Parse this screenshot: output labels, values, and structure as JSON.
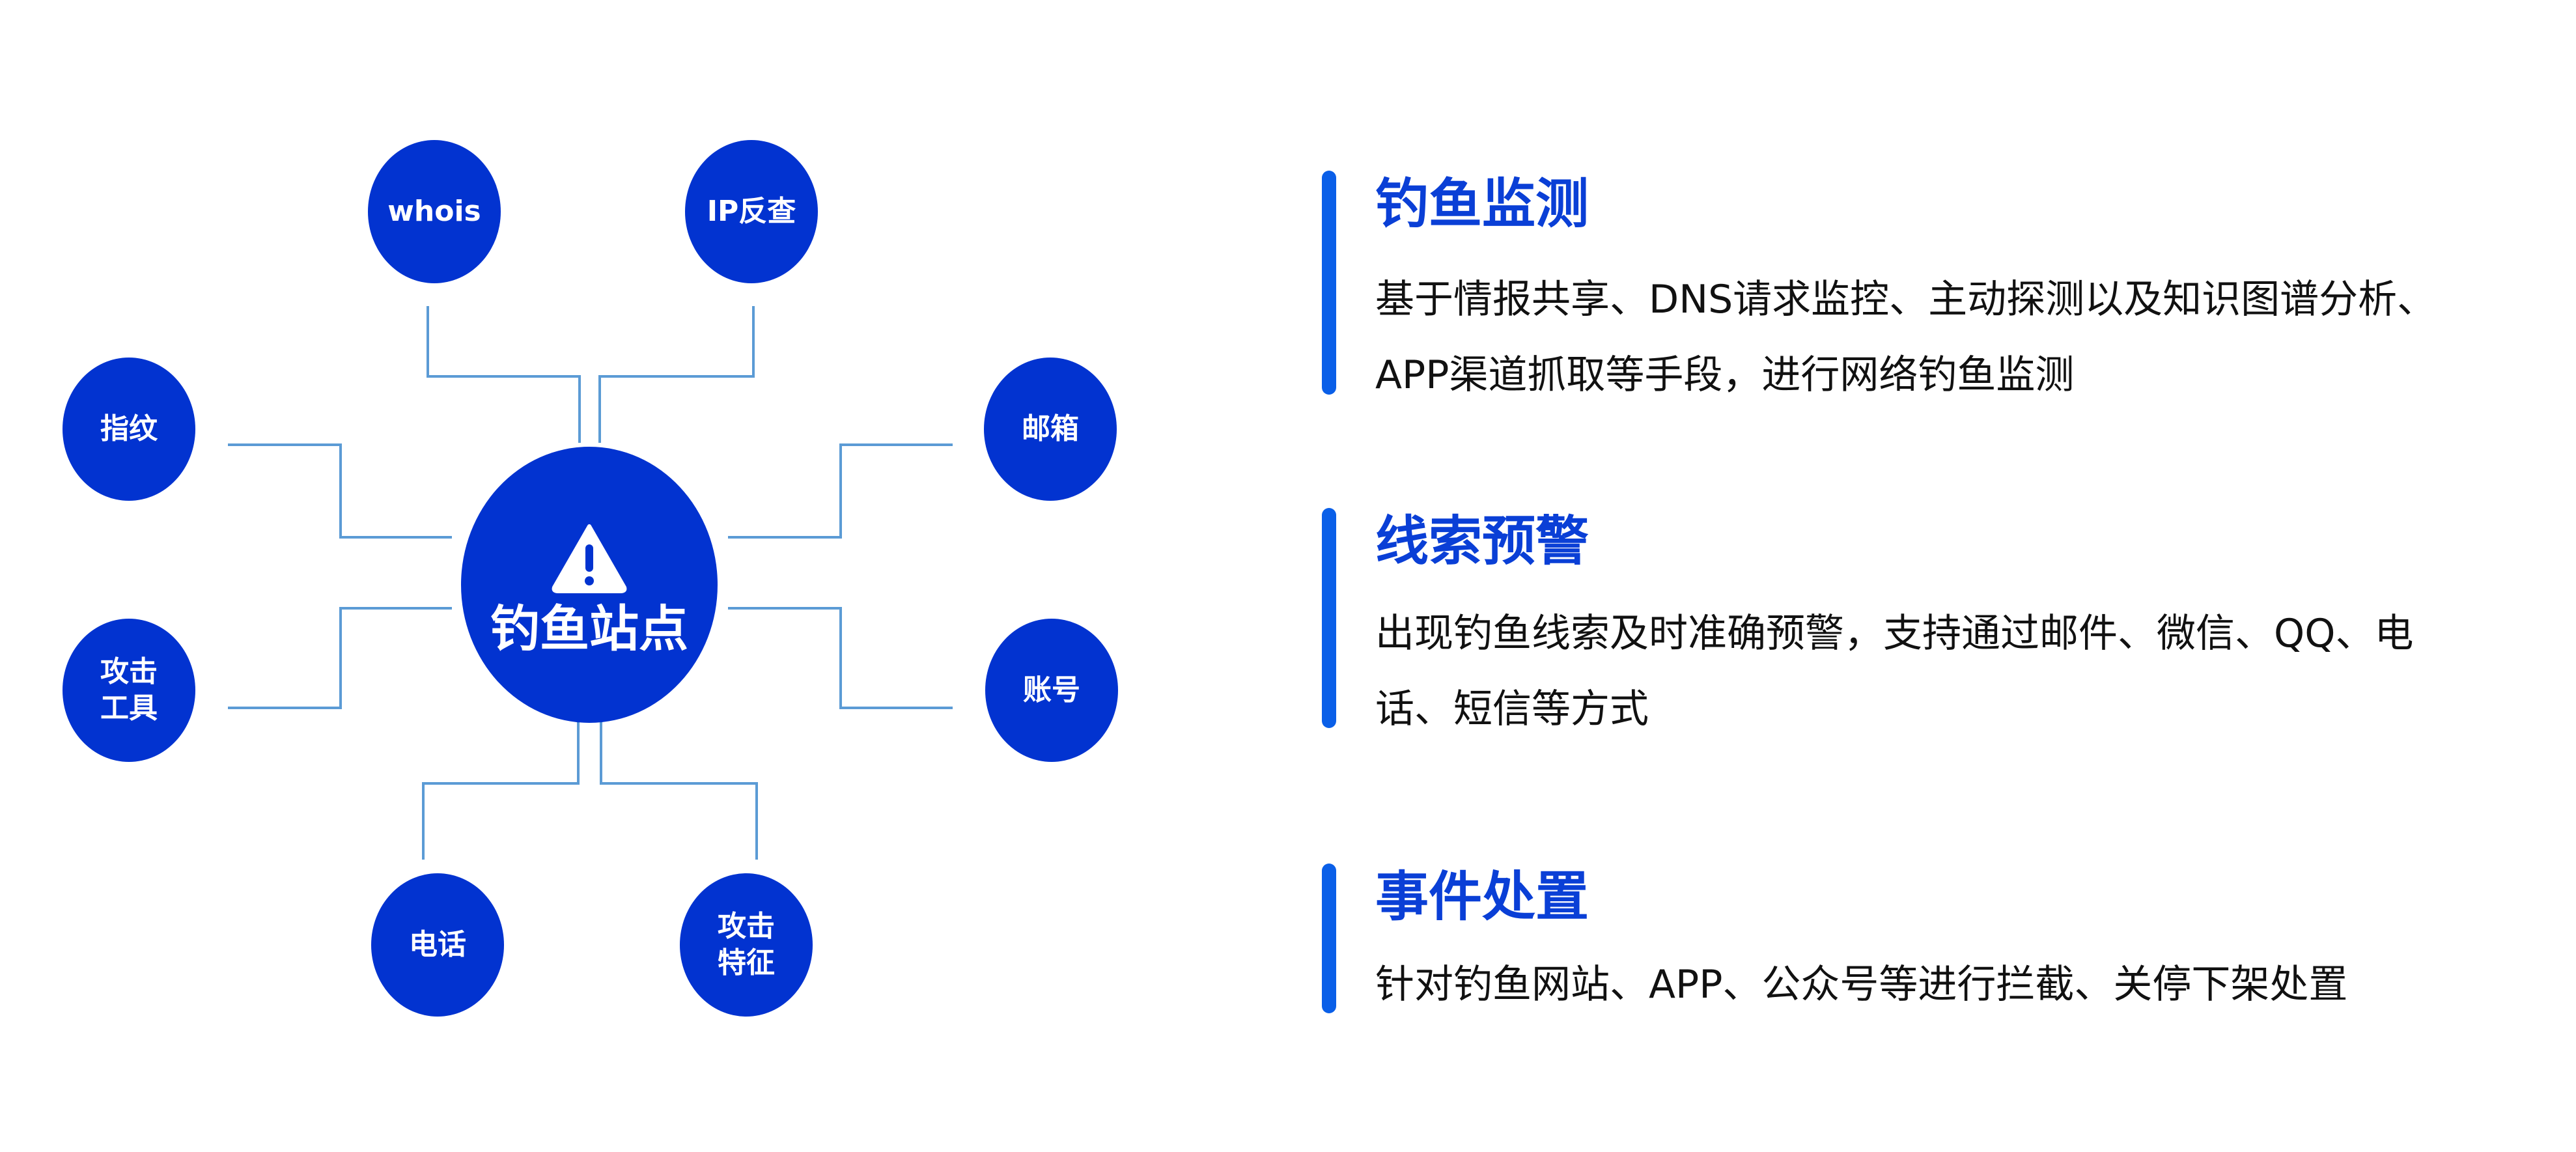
{
  "diagram": {
    "center": {
      "label": "钓鱼站点",
      "icon": "warning-triangle-icon"
    },
    "nodes": [
      {
        "label": "whois"
      },
      {
        "label": "IP反查"
      },
      {
        "label": "指纹"
      },
      {
        "label": "邮箱"
      },
      {
        "label": "攻击\n工具",
        "line1": "攻击",
        "line2": "工具"
      },
      {
        "label": "账号"
      },
      {
        "label": "电话"
      },
      {
        "label": "攻击\n特征",
        "line1": "攻击",
        "line2": "特征"
      }
    ],
    "colors": {
      "node": "#0233d0",
      "connector": "#5b9bd5",
      "accent_bar": "#0a5fe8",
      "title": "#0a3fd6"
    }
  },
  "sections": [
    {
      "title": "钓鱼监测",
      "lines": [
        "基于情报共享、DNS请求监控、主动探测以及知识图谱分析、",
        "APP渠道抓取等手段，进行网络钓鱼监测"
      ]
    },
    {
      "title": "线索预警",
      "lines": [
        "出现钓鱼线索及时准确预警，支持通过邮件、微信、QQ、电",
        "话、短信等方式"
      ]
    },
    {
      "title": "事件处置",
      "lines": [
        "针对钓鱼网站、APP、公众号等进行拦截、关停下架处置"
      ]
    }
  ]
}
